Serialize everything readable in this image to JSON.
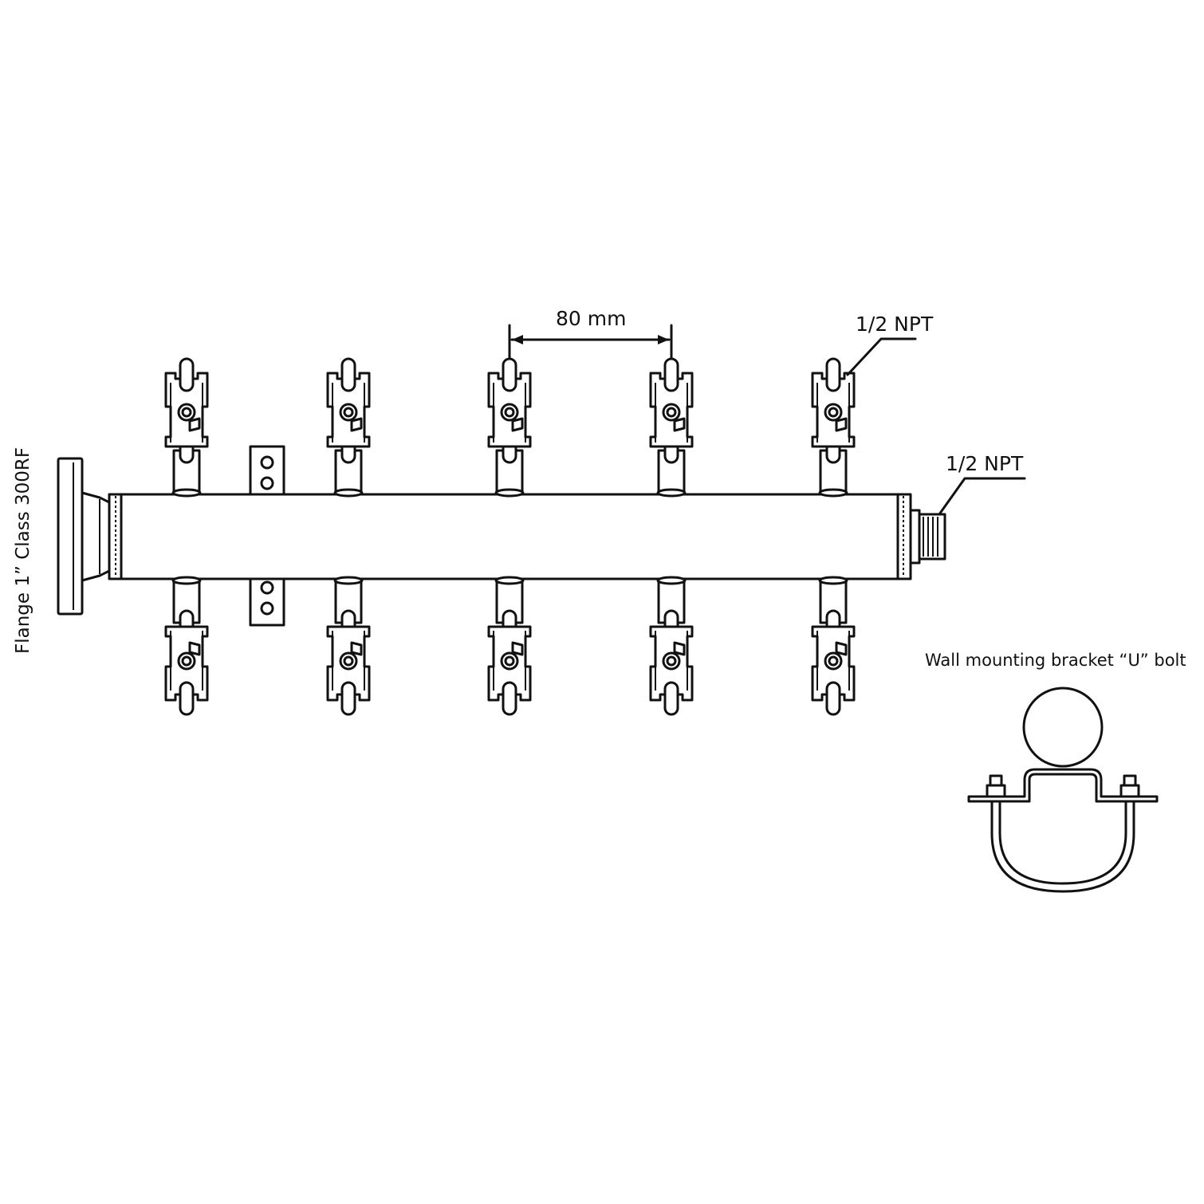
{
  "labels": {
    "spacing": "80 mm",
    "top_outlet": "1/2 NPT",
    "end_outlet": "1/2 NPT",
    "inlet_flange": "Flange 1” Class 300RF",
    "bracket_caption": "Wall mounting bracket “U” bolt"
  },
  "manifold": {
    "valves_per_side": 5,
    "sides": [
      "top",
      "bottom"
    ],
    "outlet_spacing": "80 mm"
  },
  "colors": {
    "line": "#111111",
    "background": "#ffffff"
  }
}
